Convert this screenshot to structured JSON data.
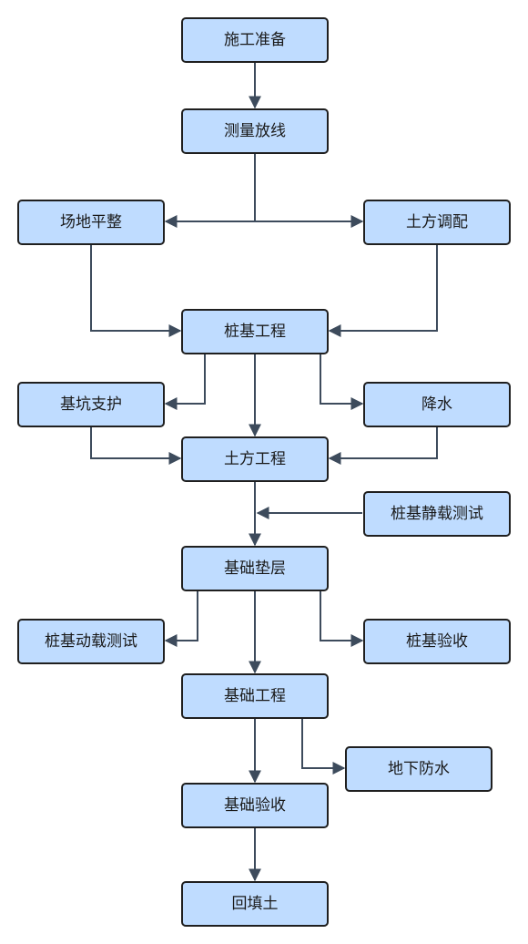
{
  "flowchart": {
    "nodes": {
      "prep": "施工准备",
      "survey": "测量放线",
      "level": "场地平整",
      "earth_balance": "土方调配",
      "pile": "桩基工程",
      "support": "基坑支护",
      "dewater": "降水",
      "earthwork": "土方工程",
      "static_test": "桩基静载测试",
      "cushion": "基础垫层",
      "dynamic_test": "桩基动载测试",
      "pile_accept": "桩基验收",
      "foundation": "基础工程",
      "waterproof": "地下防水",
      "found_accept": "基础验收",
      "backfill": "回填土"
    }
  }
}
